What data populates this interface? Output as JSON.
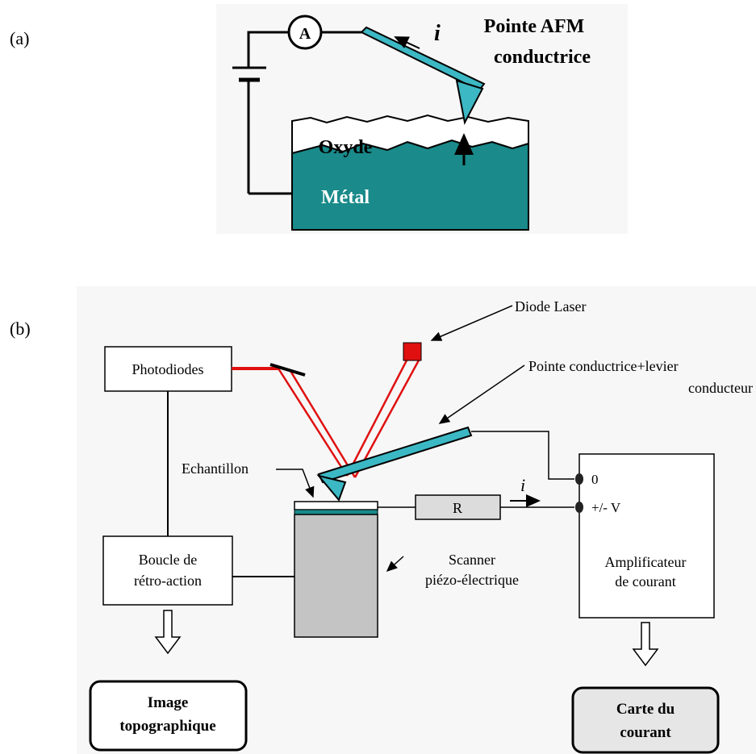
{
  "panel_a": {
    "label": "(a)",
    "ammeter_symbol": "A",
    "current_symbol": "i",
    "tip_title_line1": "Pointe AFM",
    "tip_title_line2": "conductrice",
    "oxide_label": "Oxyde",
    "metal_label": "Métal"
  },
  "panel_b": {
    "label": "(b)",
    "photodiodes": "Photodiodes",
    "diode_laser": "Diode Laser",
    "tip_label_line1": "Pointe conductrice+levier",
    "tip_label_line2": "conducteur",
    "sample_label": "Echantillon",
    "resistor": "R",
    "current_symbol": "i",
    "terminal_zero": "0",
    "terminal_v": "+/- V",
    "scanner_line1": "Scanner",
    "scanner_line2": "piézo-électrique",
    "feedback_line1": "Boucle de",
    "feedback_line2": "rétro-action",
    "amplifier_line1": "Amplificateur",
    "amplifier_line2": "de courant",
    "topo_line1": "Image",
    "topo_line2": "topographique",
    "current_map_line1": "Carte du",
    "current_map_line2": "courant"
  },
  "colors": {
    "teal": "#1a8a8a",
    "cyan_tip": "#3cb8c4",
    "laser_red": "#e01010",
    "scanner_gray": "#c4c4c4",
    "panel_bg": "#f7f7f7",
    "resistor_gray": "#dcdcdc",
    "map_box_gray": "#e6e6e6"
  }
}
